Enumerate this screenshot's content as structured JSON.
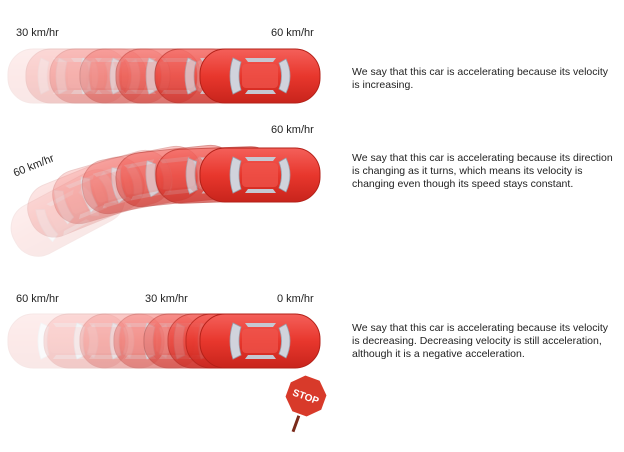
{
  "rows": [
    {
      "labels": {
        "start": "30 km/hr",
        "end": "60 km/hr"
      },
      "description": "We say that this car is accelerating because its velocity is increasing."
    },
    {
      "labels": {
        "start": "60 km/hr",
        "end": "60 km/hr"
      },
      "description": "We say that this car is accelerating because its direction is changing as it turns, which means its velocity is changing even though its speed stays constant."
    },
    {
      "labels": {
        "start": "60 km/hr",
        "mid": "30 km/hr",
        "end": "0 km/hr"
      },
      "description": "We say that this car is accelerating because its velocity is decreasing. Decreasing velocity is still acceleration, although it is a negative acceleration.",
      "sign": "STOP"
    }
  ],
  "colors": {
    "car": "#e8372d",
    "window": "#c9ccd6",
    "sign": "#d83a2a",
    "pole": "#8a2a1a"
  }
}
